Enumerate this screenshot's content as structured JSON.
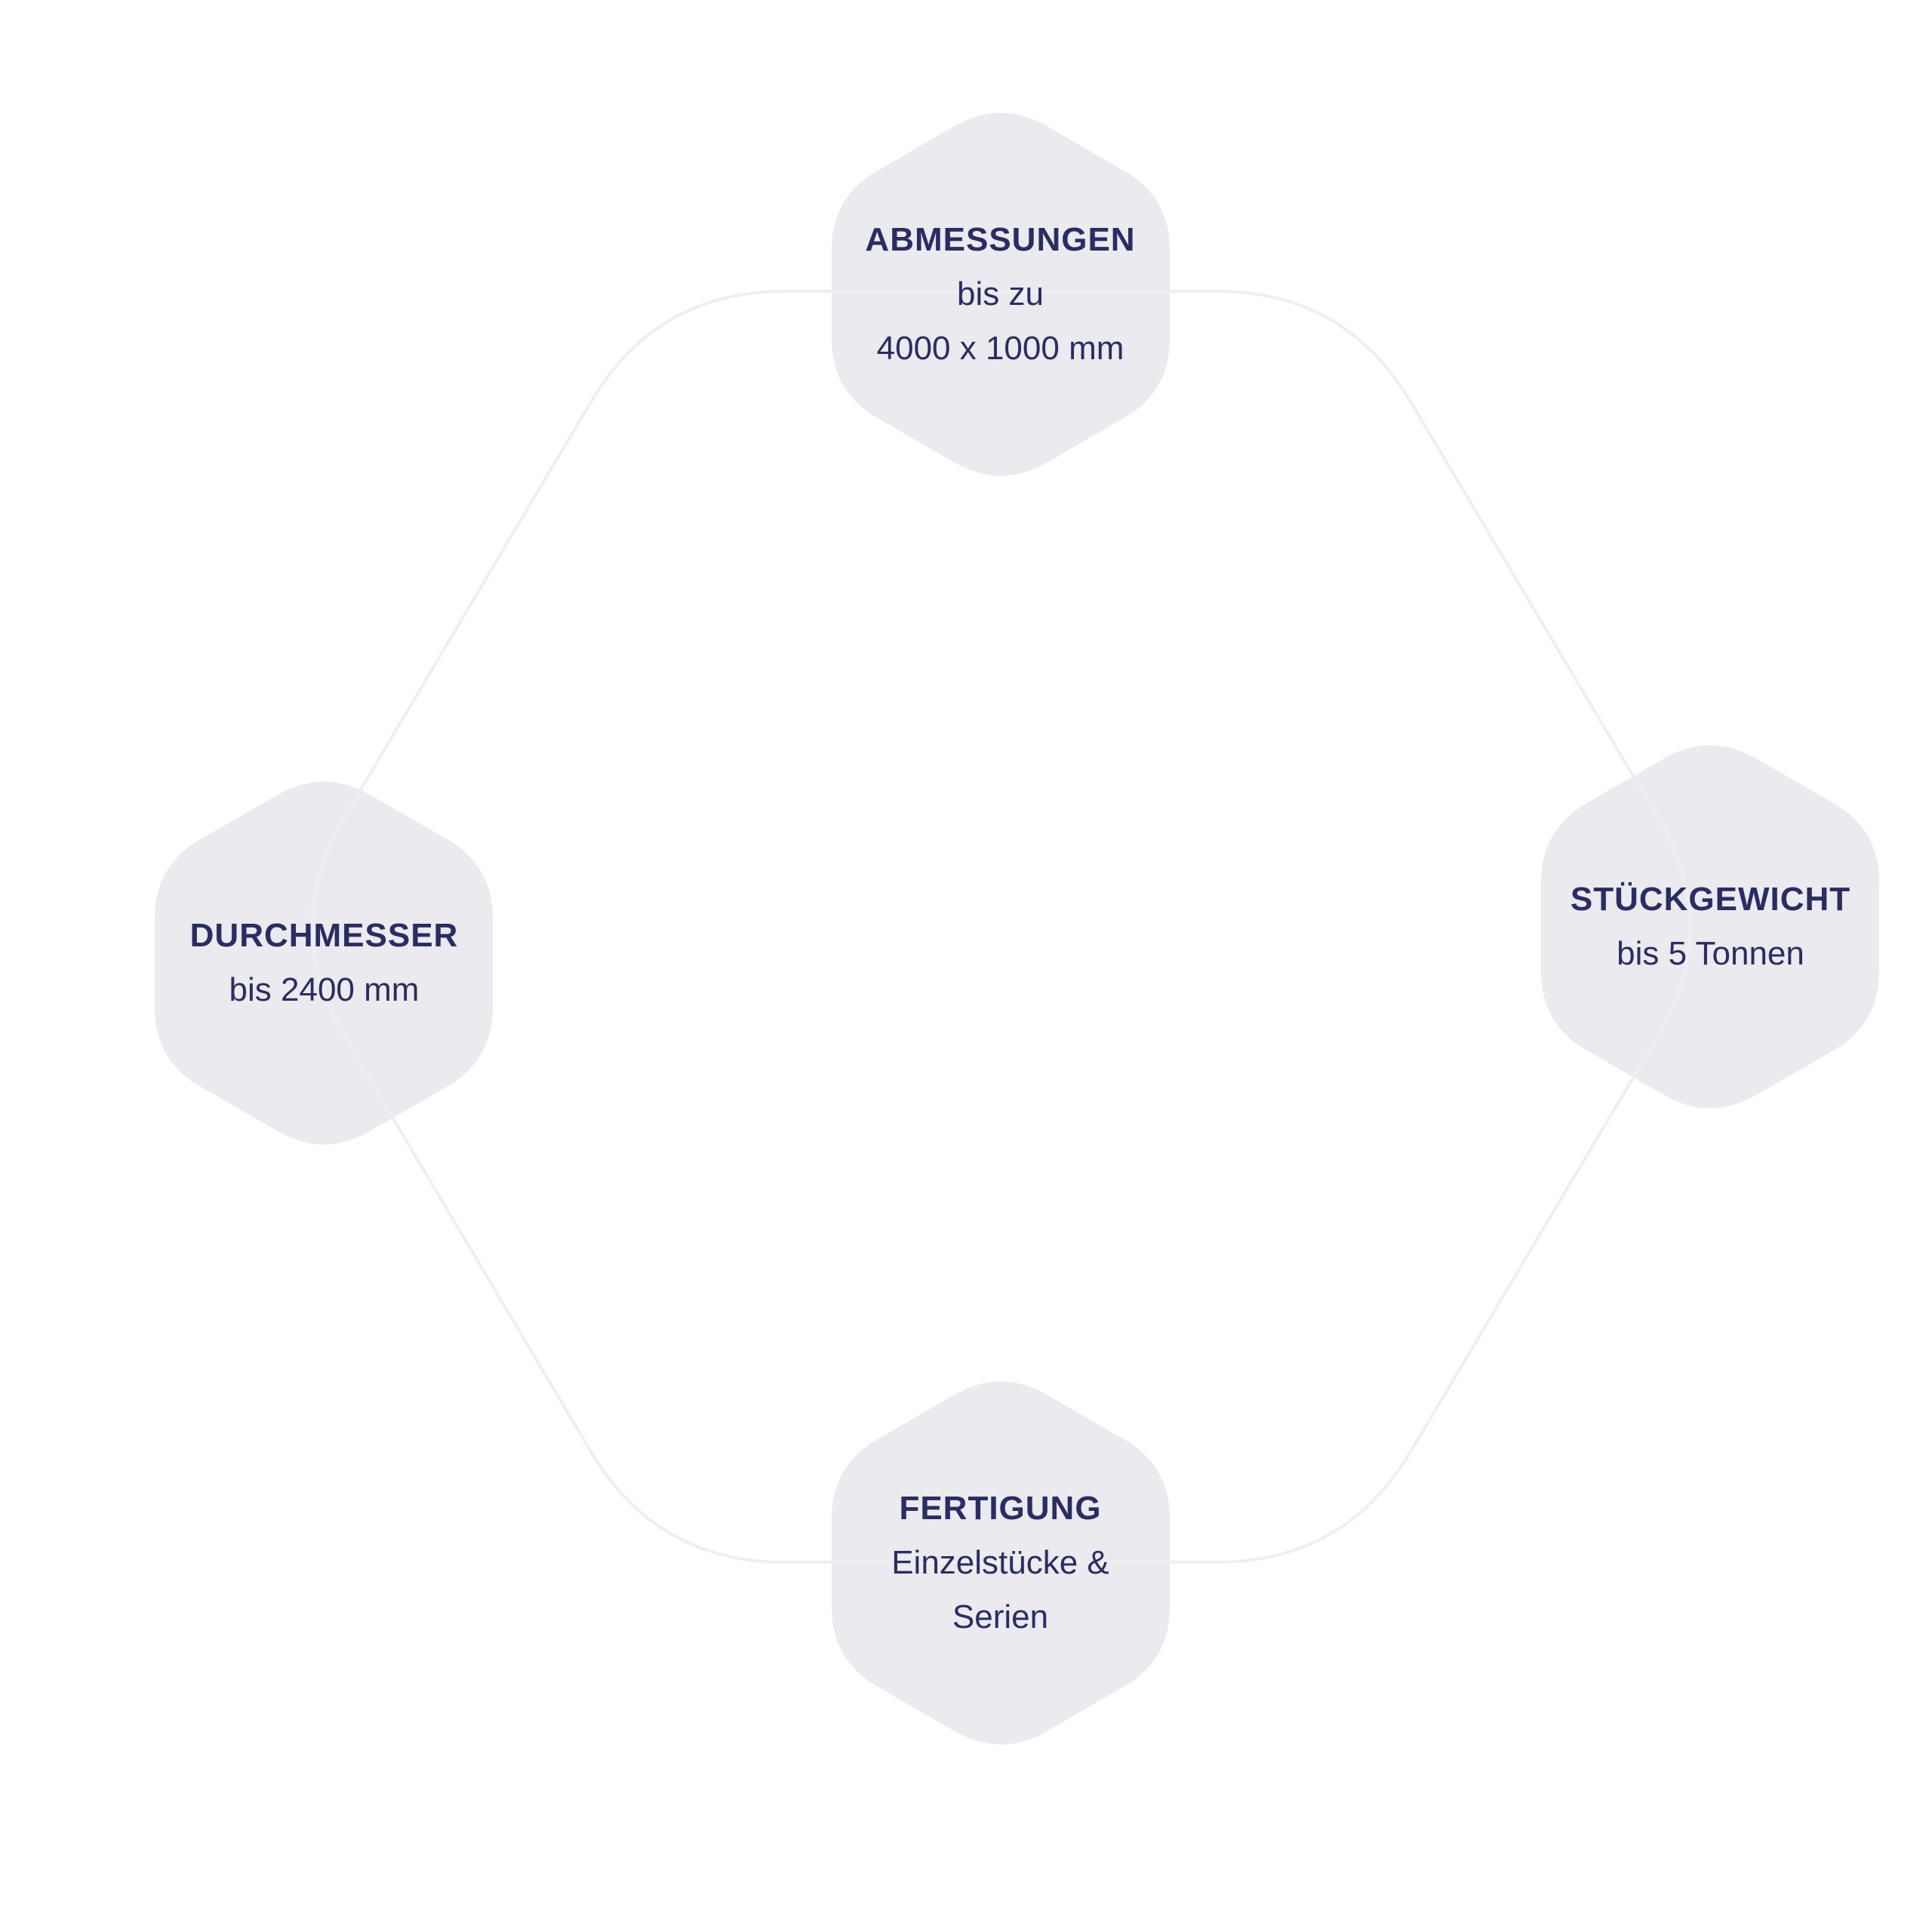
{
  "colors": {
    "hex_fill": "#eaeaef",
    "outline": "#efeff1",
    "text": "#2a2d63"
  },
  "items": [
    {
      "title": "ABMESSUNGEN",
      "lines": [
        "bis zu",
        "4000 x 1000 mm"
      ]
    },
    {
      "title": "STÜCKGEWICHT",
      "lines": [
        "bis 5 Tonnen"
      ]
    },
    {
      "title": "FERTIGUNG",
      "lines": [
        "Einzelstücke &",
        "Serien"
      ]
    },
    {
      "title": "DURCHMESSER",
      "lines": [
        "bis 2400 mm"
      ]
    }
  ]
}
